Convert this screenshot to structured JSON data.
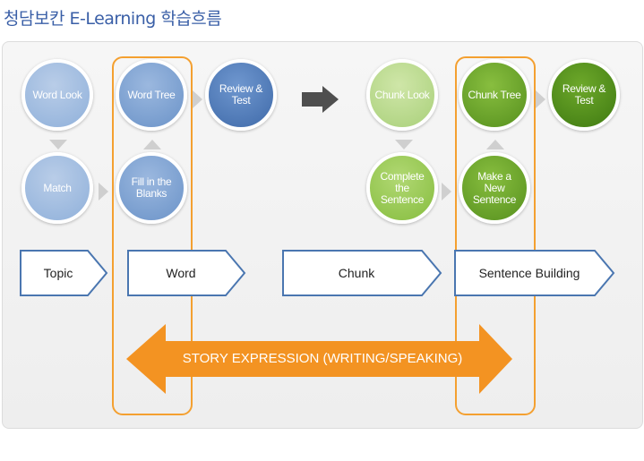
{
  "title": "청담보칸 E-Learning 학습흐름",
  "nodes": {
    "word_look": "Word Look",
    "match": "Match",
    "word_tree": "Word Tree",
    "fill_in_blanks": "Fill in the Blanks",
    "review_test_1": "Review & Test",
    "chunk_look": "Chunk Look",
    "complete_sentence": "Complete the Sentence",
    "chunk_tree": "Chunk Tree",
    "make_new_sentence": "Make a New Sentence",
    "review_test_2": "Review & Test"
  },
  "stages": [
    "Topic",
    "Word",
    "Chunk",
    "Sentence Building"
  ],
  "story_banner": "STORY EXPRESSION (WRITING/SPEAKING)",
  "colors": {
    "accent_orange": "#f39322",
    "stage_border": "#4a76b0",
    "title_blue": "#3a5fa7"
  }
}
